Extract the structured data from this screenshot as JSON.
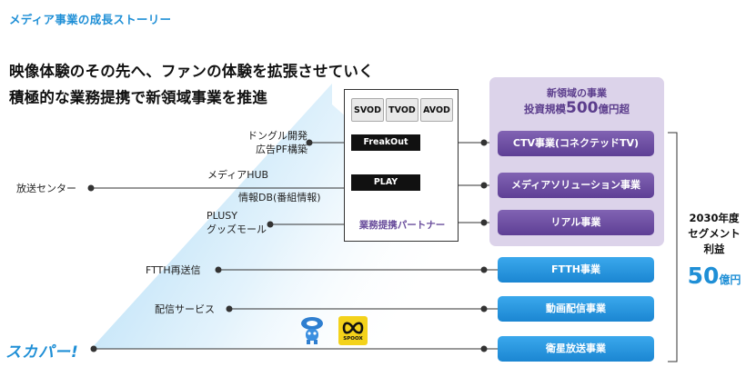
{
  "section_title": "メディア事業の成長ストーリー",
  "headline": {
    "line1": "映像体験のその先へ、ファンの体験を拡張させていく",
    "line2": "積極的な業務提携で新領域事業を推進"
  },
  "left_labels": {
    "broadcast_center": "放送センター",
    "dongle_line1": "ドングル開発",
    "dongle_line2": "広告PF構築",
    "media_hub": "メディアHUB",
    "info_db": "情報DB(番組情報)",
    "plusy_line1": "PLUSY",
    "plusy_line2": "グッズモール",
    "ftth_resend": "FTTH再送信",
    "distribution_service": "配信サービス",
    "skyperfect_logo": "スカパー!"
  },
  "partners": {
    "chips": [
      "SVOD",
      "TVOD",
      "AVOD"
    ],
    "freakout": "FreakOut",
    "play": "PLAY",
    "label": "業務提携パートナー"
  },
  "new_domain": {
    "title_line1": "新領域の事業",
    "title_line2_prefix": "投資規模",
    "title_line2_number": "500",
    "title_line2_suffix": "億円超"
  },
  "businesses": {
    "ctv": "CTV事業(コネクテッドTV)",
    "media_solution": "メディアソリューション事業",
    "real": "リアル事業",
    "ftth": "FTTH事業",
    "video_distribution": "動画配信事業",
    "satellite": "衛星放送事業"
  },
  "profit": {
    "line1": "2030年度",
    "line2": "セグメント",
    "line3": "利益",
    "value": "50",
    "unit": "億円"
  },
  "mascots": {
    "spoox_text": "SPOOX"
  },
  "colors": {
    "accent_blue": "#1f8fd6",
    "purple": "#5e3f95",
    "lavender": "#dcd3ea"
  }
}
